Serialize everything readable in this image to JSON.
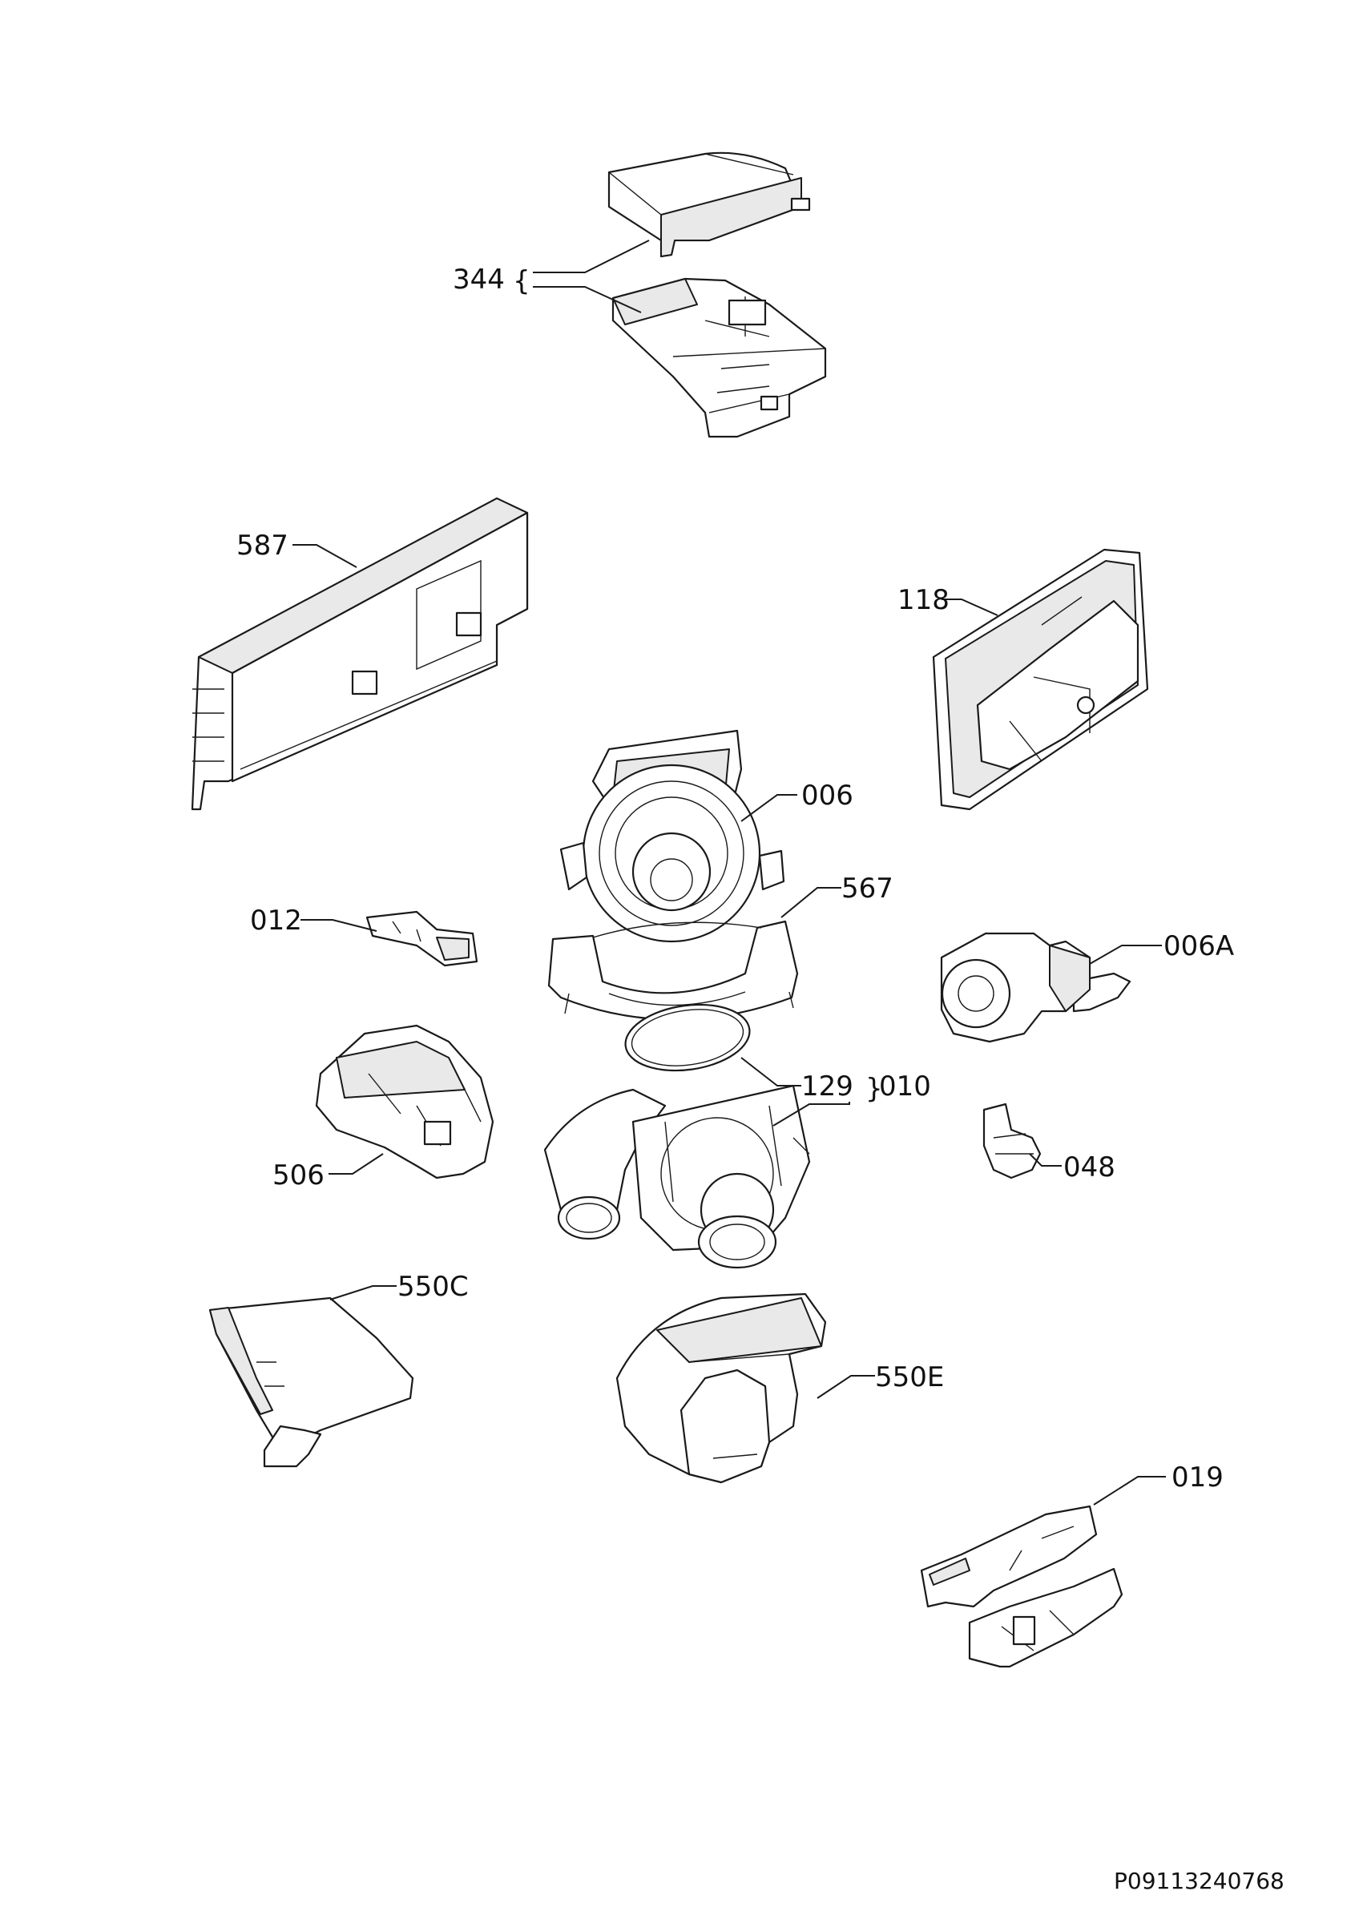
{
  "diagram": {
    "labels": {
      "p344": "344",
      "p587": "587",
      "p118": "118",
      "p006": "006",
      "p567": "567",
      "p012": "012",
      "p006A": "006A",
      "p129": "129",
      "p010": "010",
      "p506": "506",
      "p048": "048",
      "p550C": "550C",
      "p550E": "550E",
      "p019": "019"
    },
    "document_code": "P09113240768"
  },
  "colors": {
    "line": "#1a1a1a",
    "background": "#ffffff",
    "shade": "#e9e9e9"
  }
}
